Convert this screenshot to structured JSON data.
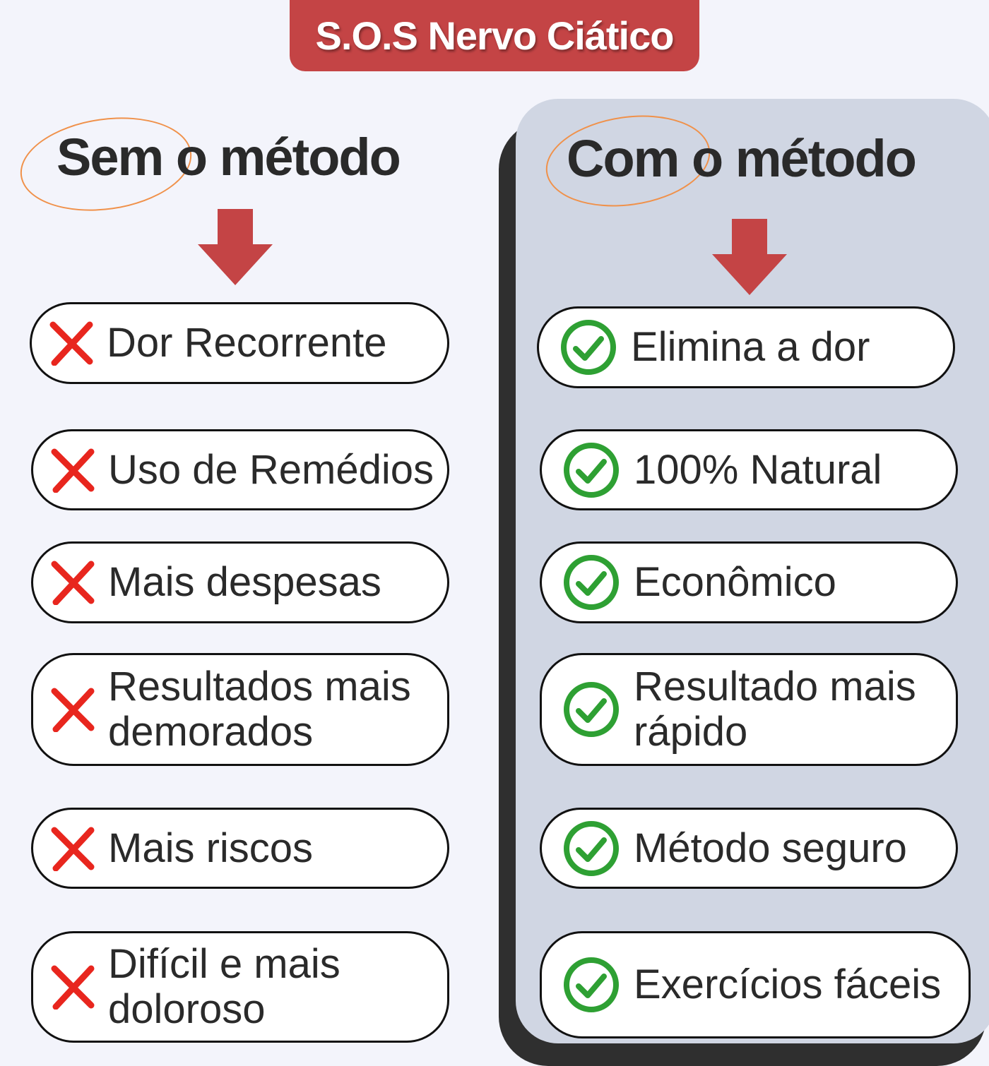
{
  "title": "S.O.S Nervo Ciático",
  "left": {
    "heading": "Sem o método",
    "items": [
      "Dor Recorrente",
      "Uso de Remédios",
      "Mais despesas",
      "Resultados mais demorados",
      "Mais riscos",
      "Difícil e mais doloroso"
    ]
  },
  "right": {
    "heading": "Com o método",
    "items": [
      "Elimina a dor",
      "100% Natural",
      "Econômico",
      "Resultado mais rápido",
      "Método seguro",
      "Exercícios fáceis"
    ]
  },
  "colors": {
    "accent": "#c44445",
    "check": "#2ea033",
    "cross": "#e8261e",
    "circle": "#f0914a"
  }
}
